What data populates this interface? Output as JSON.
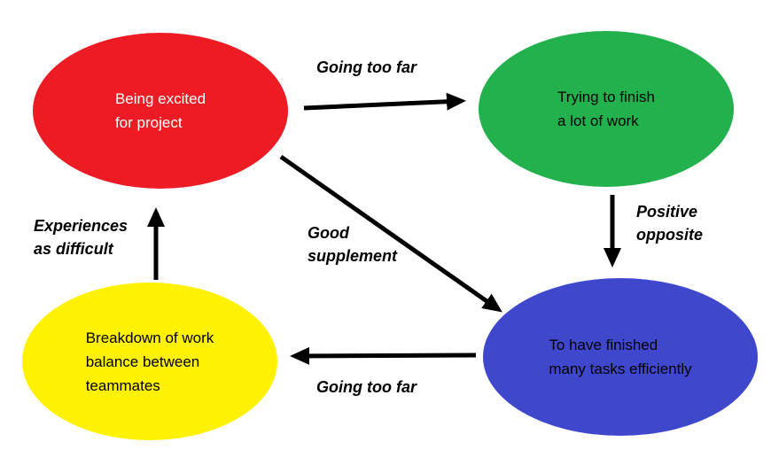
{
  "diagram": {
    "background": "#FFFFFF",
    "arrow_color": "#000000",
    "nodes": {
      "excited": {
        "label": "Being excited\nfor project",
        "fill": "#ED1C24",
        "text_color": "#FFFFFF"
      },
      "trying": {
        "label": "Trying to finish\na lot of work",
        "fill": "#22B14C",
        "text_color": "#000000"
      },
      "finished": {
        "label": "To have finished\nmany tasks efficiently",
        "fill": "#3F48CC",
        "text_color": "#000000"
      },
      "breakdown": {
        "label": "Breakdown of work\nbalance between\nteammates",
        "fill": "#FFF200",
        "text_color": "#000000"
      }
    },
    "edges": {
      "excited_to_trying": {
        "from": "excited",
        "to": "trying",
        "label": "Going too far"
      },
      "trying_to_finished": {
        "from": "trying",
        "to": "finished",
        "label": "Positive\nopposite"
      },
      "excited_to_finished": {
        "from": "excited",
        "to": "finished",
        "label": "Good\nsupplement"
      },
      "finished_to_breakdown": {
        "from": "finished",
        "to": "breakdown",
        "label": "Going too far"
      },
      "breakdown_to_excited": {
        "from": "breakdown",
        "to": "excited",
        "label": "Experiences\nas difficult"
      }
    }
  }
}
